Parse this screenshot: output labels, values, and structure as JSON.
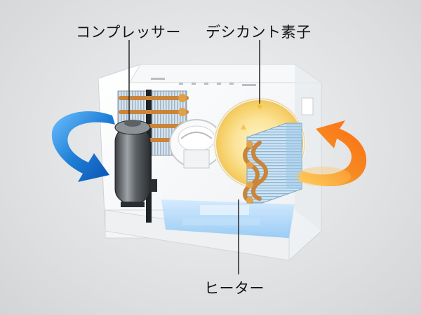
{
  "labels": {
    "compressor": "コンプレッサー",
    "desiccant": "デシカント素子",
    "heater": "ヒーター"
  },
  "colors": {
    "cool_air": "#1e7fd6",
    "warm_air": "#f07a14",
    "copper": "#c9853a",
    "leader_line": "#333333"
  },
  "icons": {
    "left_arrow": "blue-curved-arrow-icon",
    "right_arrow": "orange-curved-arrow-icon"
  }
}
